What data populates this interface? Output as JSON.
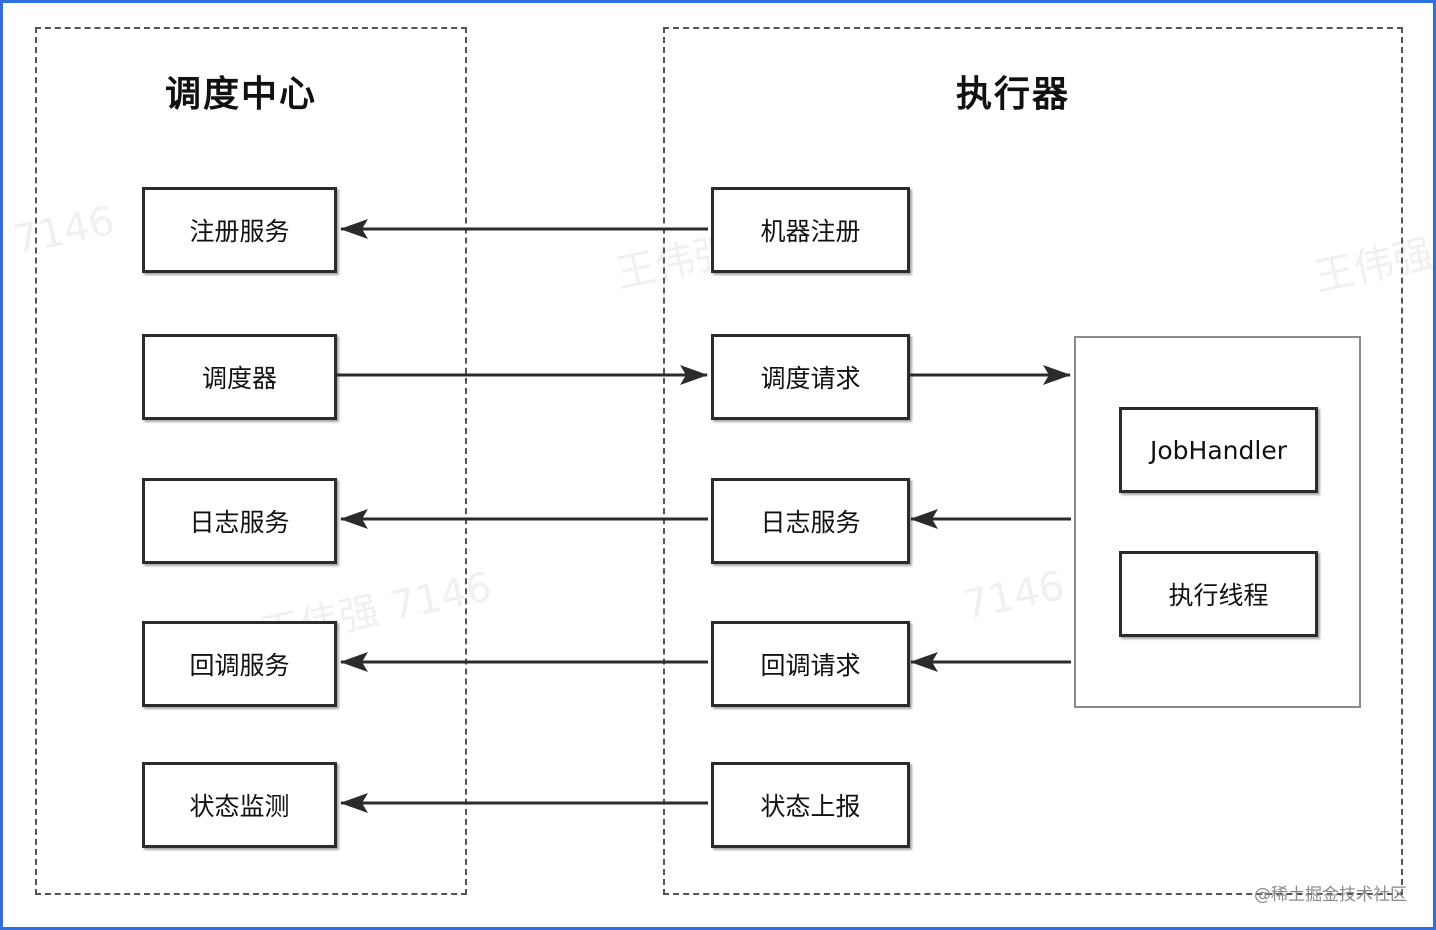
{
  "groups": {
    "scheduler_center": {
      "title": "调度中心"
    },
    "executor": {
      "title": "执行器"
    }
  },
  "left_nodes": [
    {
      "label": "注册服务"
    },
    {
      "label": "调度器"
    },
    {
      "label": "日志服务"
    },
    {
      "label": "回调服务"
    },
    {
      "label": "状态监测"
    }
  ],
  "middle_nodes": [
    {
      "label": "机器注册"
    },
    {
      "label": "调度请求"
    },
    {
      "label": "日志服务"
    },
    {
      "label": "回调请求"
    },
    {
      "label": "状态上报"
    }
  ],
  "executor_box": {
    "items": [
      {
        "label": "JobHandler"
      },
      {
        "label": "执行线程"
      }
    ]
  },
  "watermarks": [
    "7146",
    "王伟强 7146",
    "王伟强 7146",
    "王伟强",
    "7146"
  ],
  "footer": {
    "text": "@稀土掘金技术社区"
  },
  "colors": {
    "frame_border": "#2f6fe0",
    "box_border": "#2b2b2b",
    "dashed_border": "#555555",
    "arrow": "#2b2b2b"
  }
}
